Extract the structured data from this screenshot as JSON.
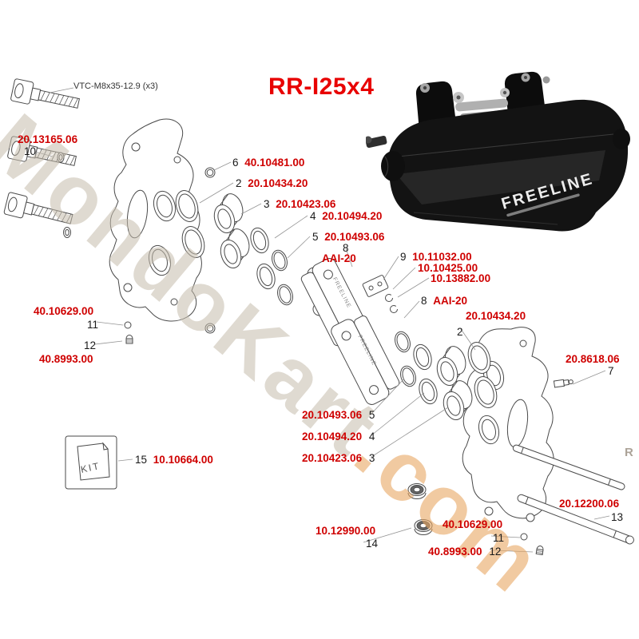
{
  "title": "RR-I25x4",
  "colors": {
    "part_number_red": "#cf0000",
    "title_red": "#e80000",
    "line_gray": "#4a4a4a",
    "watermark_tan": "#c5bbac",
    "watermark_orange": "#e8a662"
  },
  "watermark": {
    "main": "MondoKart",
    "suffix": ".com",
    "stray_letter": "R"
  },
  "photo": {
    "brand": "FREELINE"
  },
  "diagram": {
    "kit_box_label": "KIT",
    "pad_text": "FREELINE"
  },
  "callouts": {
    "bolt_spec": "VTC-M8x35-12.9 (x3)",
    "bolt": {
      "num": "10",
      "part": "20.13165.06"
    },
    "oring": {
      "num": "6",
      "part": "40.10481.00"
    },
    "seal_outer_top": {
      "num": "2",
      "part": "20.10434.20"
    },
    "piston_top": {
      "num": "3",
      "part": "20.10423.06"
    },
    "seal_mid_top": {
      "num": "4",
      "part": "20.10494.20"
    },
    "seal_inner_top": {
      "num": "5",
      "part": "20.10493.06"
    },
    "pads_top": {
      "num": "8",
      "part": "AAI-20"
    },
    "spring_kit": {
      "num": "9",
      "parts": [
        "10.11032.00",
        "10.10425.00",
        "10.13882.00"
      ]
    },
    "pads_bottom": {
      "num": "8",
      "part": "AAI-20"
    },
    "seal_outer_right": {
      "num": "2",
      "part": "20.10434.20"
    },
    "pad_pin_left": {
      "num": "11",
      "part": "40.10629.00"
    },
    "grease_screw_left": {
      "num": "12",
      "part": "40.8993.00"
    },
    "bleed_nipple": {
      "num": "7",
      "part": "20.8618.06"
    },
    "seal_inner_bottom": {
      "num": "5",
      "part": "20.10493.06"
    },
    "seal_mid_bottom": {
      "num": "4",
      "part": "20.10494.20"
    },
    "piston_bottom": {
      "num": "3",
      "part": "20.10423.06"
    },
    "kit": {
      "num": "15",
      "part": "10.10664.00"
    },
    "pin": {
      "num": "13",
      "part": "20.12200.06"
    },
    "pad_pin_right": {
      "num": "11",
      "part": "40.10629.00"
    },
    "bushing": {
      "num": "14",
      "part": "10.12990.00"
    },
    "grease_screw_right": {
      "num": "12",
      "part": "40.8993.00"
    }
  }
}
